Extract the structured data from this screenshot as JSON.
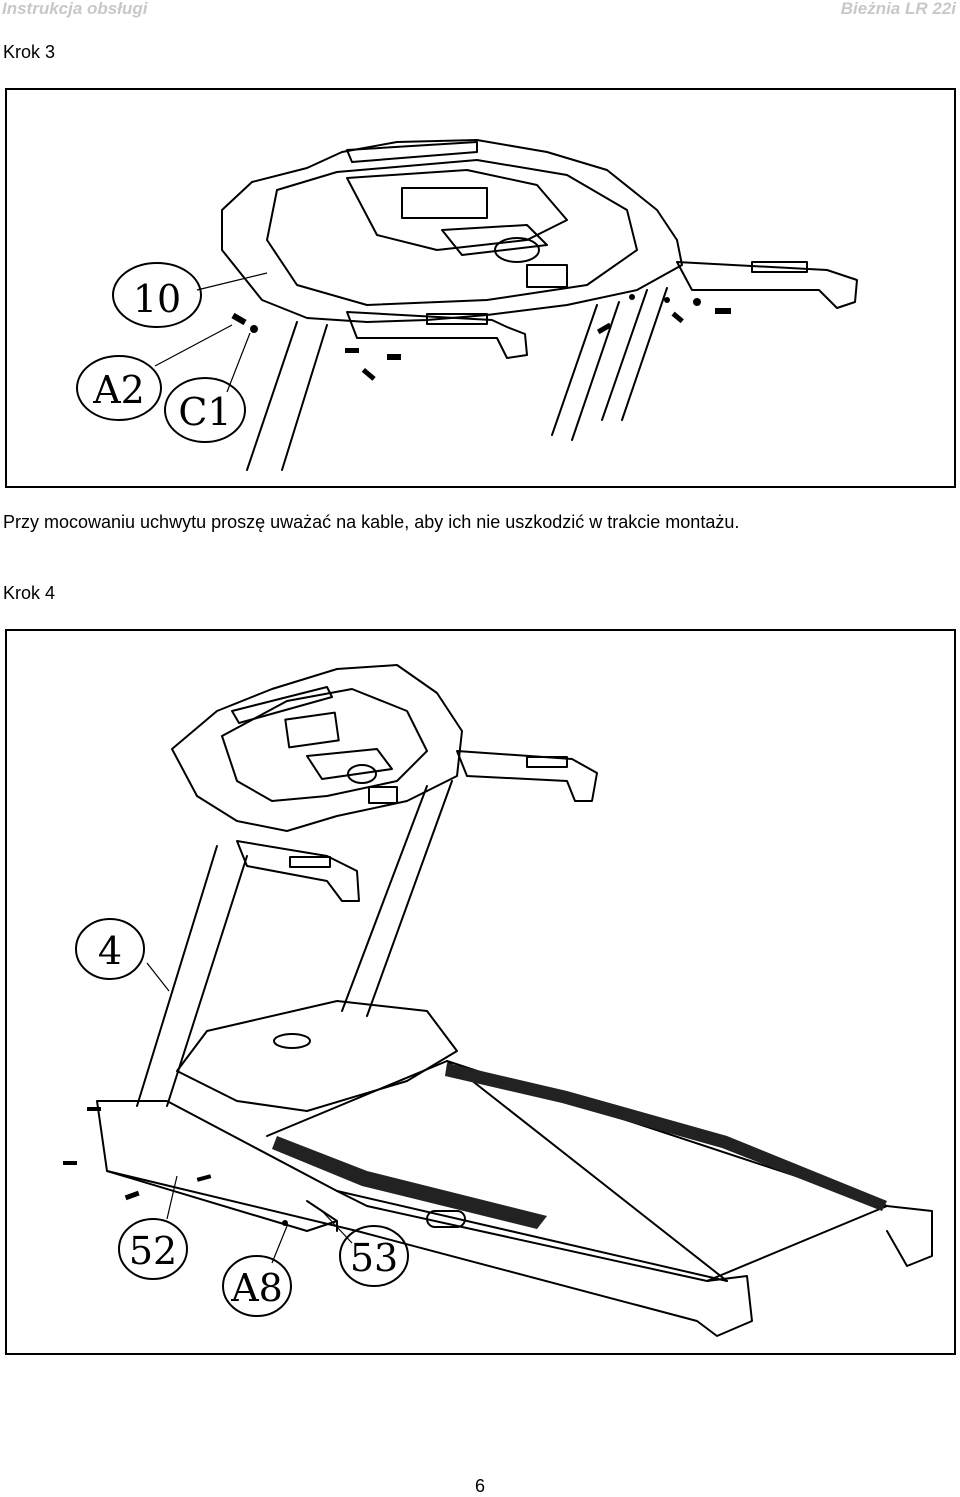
{
  "header": {
    "left": "Instrukcja obsługi",
    "right": "Bieżnia LR 22i"
  },
  "step3": {
    "title": "Krok 3",
    "callouts": [
      "10",
      "A2",
      "C1"
    ],
    "note": "Przy mocowaniu uchwytu proszę uważać na kable, aby ich nie uszkodzić w trakcie montażu."
  },
  "step4": {
    "title": "Krok 4",
    "callouts": [
      "4",
      "52",
      "A8",
      "53"
    ]
  },
  "page_number": "6"
}
